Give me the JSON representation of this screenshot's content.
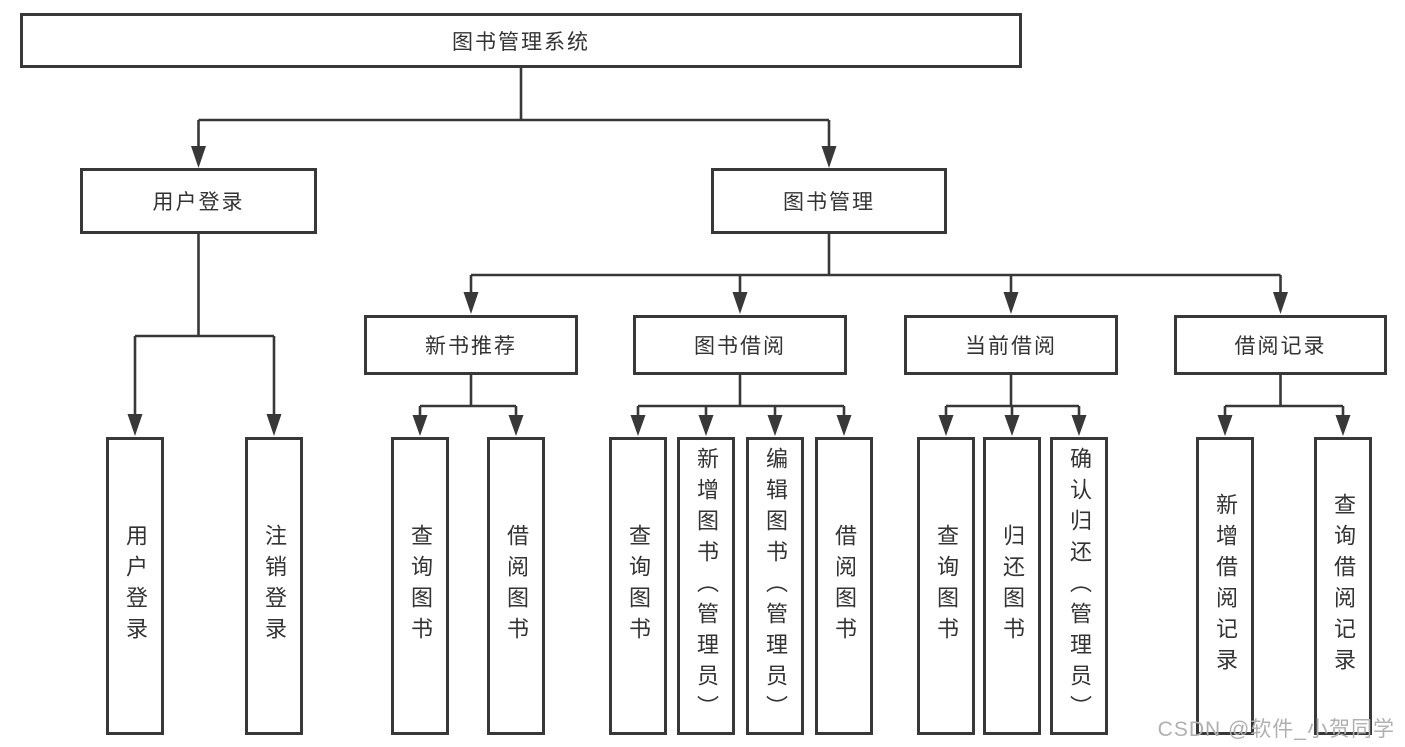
{
  "tree": {
    "root": {
      "label": "图书管理系统"
    },
    "user_login": {
      "label": "用户登录",
      "children": [
        "用户登录",
        "注销登录"
      ]
    },
    "book_mgmt": {
      "label": "图书管理",
      "groups": [
        {
          "label": "新书推荐",
          "children": [
            "查询图书",
            "借阅图书"
          ]
        },
        {
          "label": "图书借阅",
          "children": [
            "查询图书",
            "新增图书（管理员）",
            "编辑图书（管理员）",
            "借阅图书"
          ]
        },
        {
          "label": "当前借阅",
          "children": [
            "查询图书",
            "归还图书",
            "确认归还（管理员）"
          ]
        },
        {
          "label": "借阅记录",
          "children": [
            "新增借阅记录",
            "查询借阅记录"
          ]
        }
      ]
    }
  },
  "watermark": {
    "text": "CSDN @软件_小贺同学"
  },
  "colors": {
    "line": "#383838",
    "text": "#333333",
    "box_background": "#ffffff",
    "watermark": "#b0b0b0",
    "page_background": "#ffffff"
  }
}
